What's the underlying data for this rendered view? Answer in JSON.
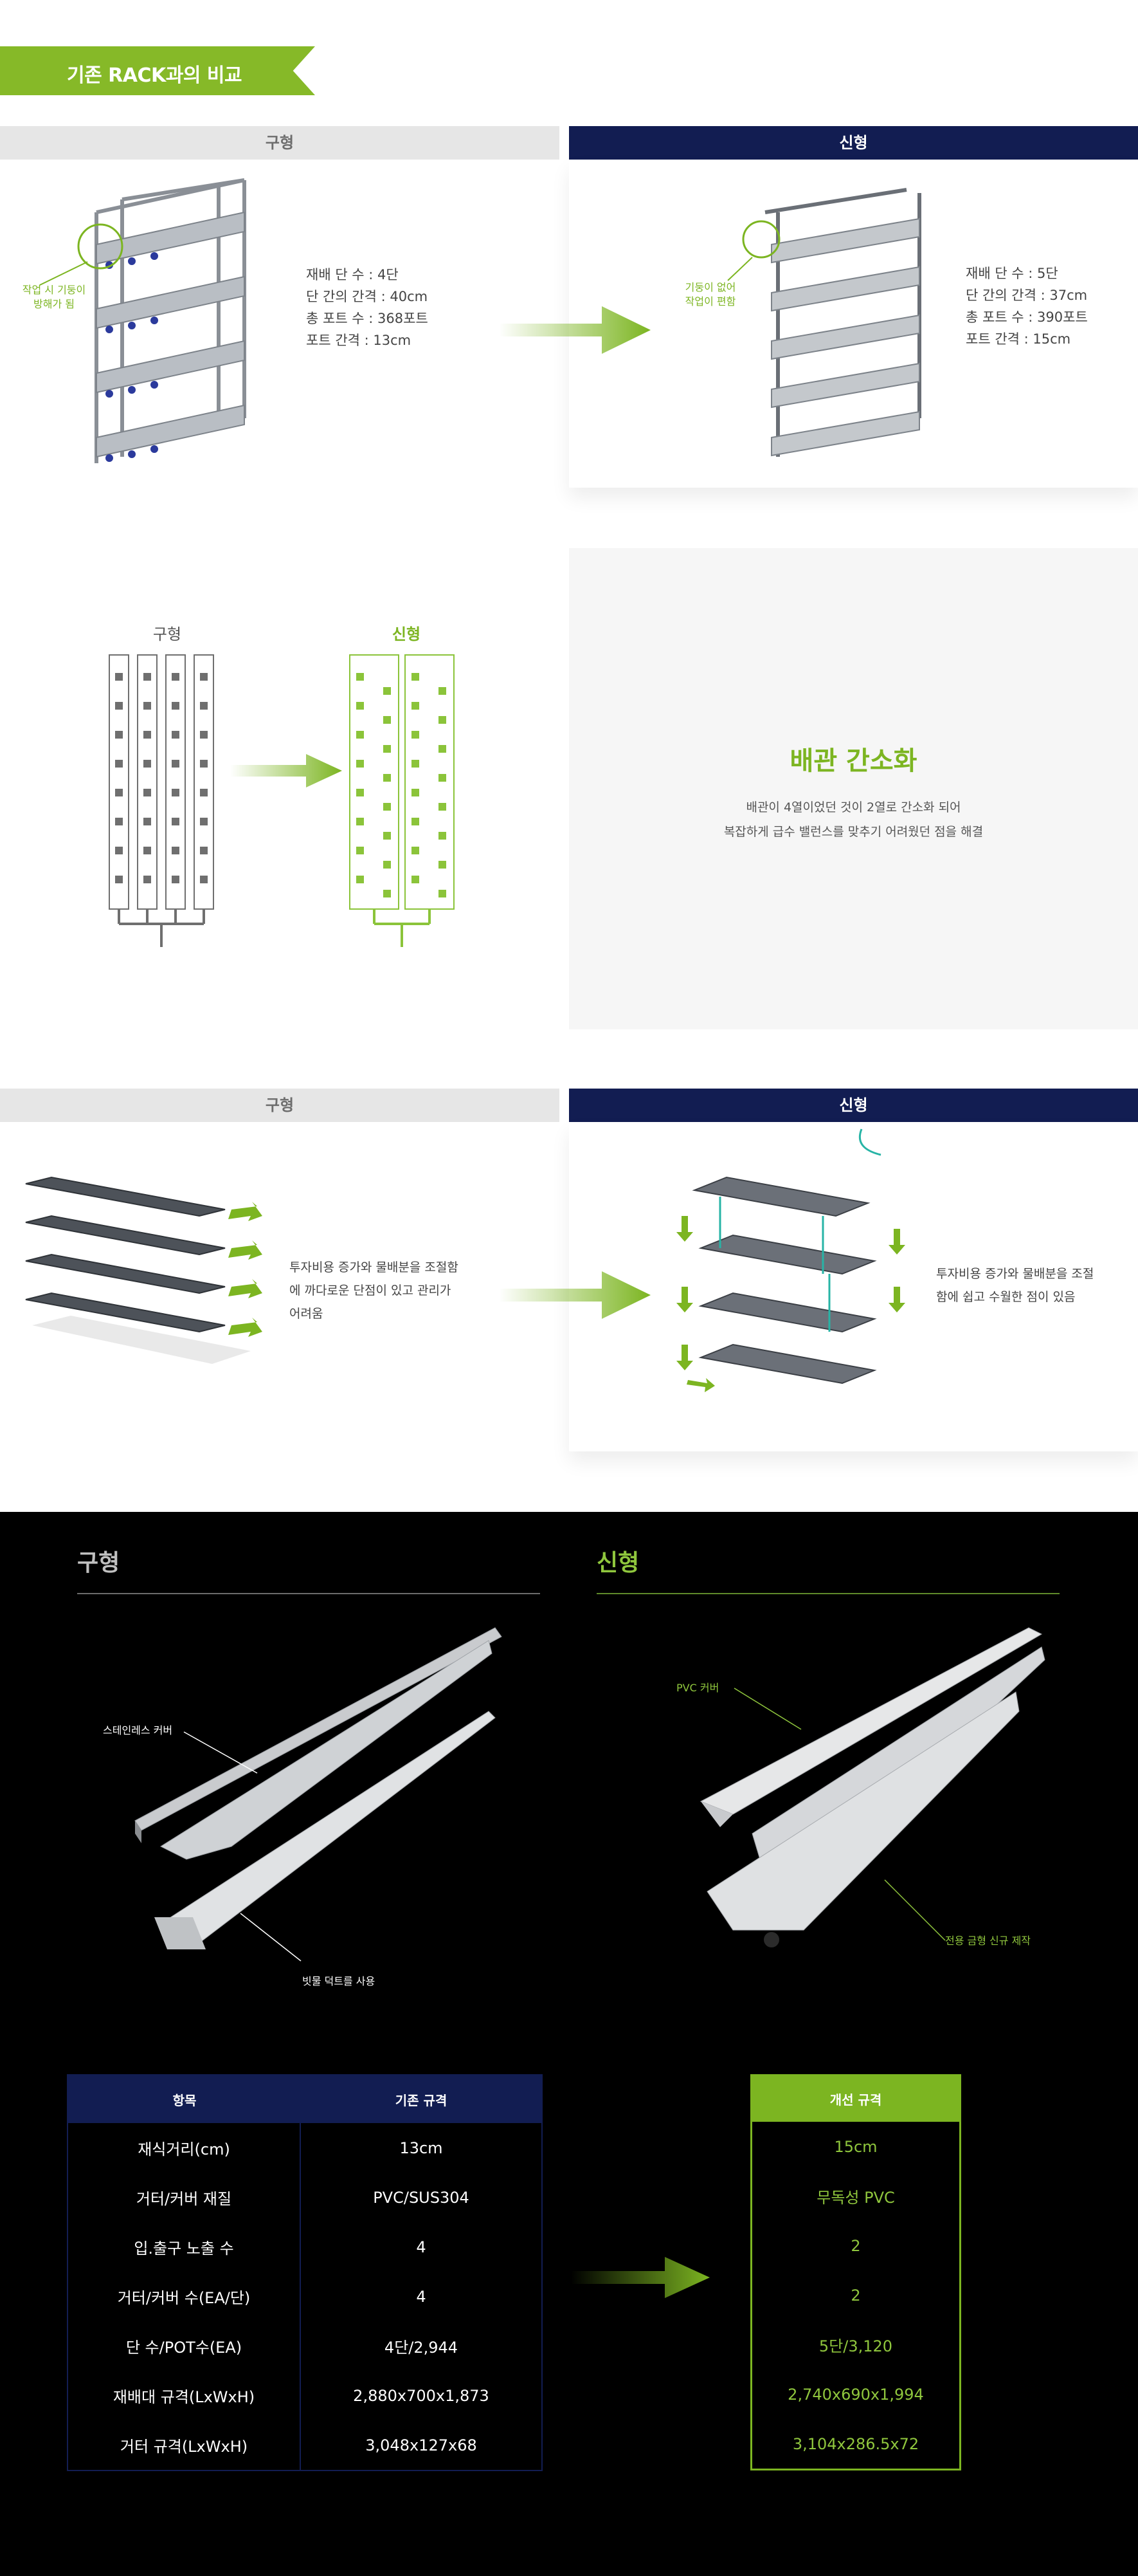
{
  "title": "기존 RACK과의 비교",
  "sec1": {
    "old_header": "구형",
    "new_header": "신형",
    "old_callout": [
      "작업 시 기둥이",
      "방해가 됨"
    ],
    "new_callout": [
      "기둥이 없어",
      "작업이 편함"
    ],
    "old_specs": [
      "재배 단 수 : 4단",
      "단 간의 간격 : 40cm",
      "총 포트 수 : 368포트",
      "포트 간격 : 13cm"
    ],
    "new_specs": [
      "재배 단 수 : 5단",
      "단 간의 간격 : 37cm",
      "총 포트 수 : 390포트",
      "포트 간격 : 15cm"
    ]
  },
  "sec2": {
    "old_label": "구형",
    "new_label": "신형",
    "title": "배관 간소화",
    "desc": [
      "배관이 4열이었던 것이 2열로 간소화 되어",
      "복잡하게 급수 밸런스를 맞추기 어려웠던 점을 해결"
    ]
  },
  "sec3": {
    "old_header": "구형",
    "new_header": "신형",
    "old_desc": [
      "투자비용 증가와 물배분을 조절함",
      "에 까다로운 단점이 있고 관리가",
      "어려움"
    ],
    "new_desc": [
      "투자비용 증가와 물배분을 조절",
      "함에 쉽고 수월한 점이 있음"
    ]
  },
  "sec4": {
    "old_title": "구형",
    "new_title": "신형",
    "old_labels": {
      "cover": "스테인레스 커버",
      "duct": "빗물 덕트를 사용"
    },
    "new_labels": {
      "cover": "PVC 커버",
      "mold": "전용 금형 신규 제작"
    }
  },
  "table": {
    "headers": {
      "item": "항목",
      "old": "기존 규격",
      "new": "개선 규격"
    },
    "rows": [
      {
        "item": "재식거리(cm)",
        "old": "13cm",
        "new": "15cm"
      },
      {
        "item": "거터/커버 재질",
        "old": "PVC/SUS304",
        "new": "무독성 PVC"
      },
      {
        "item": "입.출구 노출 수",
        "old": "4",
        "new": "2"
      },
      {
        "item": "거터/커버 수(EA/단)",
        "old": "4",
        "new": "2"
      },
      {
        "item": "단 수/POT수(EA)",
        "old": "4단/2,944",
        "new": "5단/3,120"
      },
      {
        "item": "재배대 규격(LxWxH)",
        "old": "2,880x700x1,873",
        "new": "2,740x690x1,994"
      },
      {
        "item": "거터 규격(LxWxH)",
        "old": "3,048x127x68",
        "new": "3,104x286.5x72"
      }
    ]
  },
  "colors": {
    "accent": "#7cb521",
    "navy": "#121d52",
    "dark_bg": "#000000"
  }
}
